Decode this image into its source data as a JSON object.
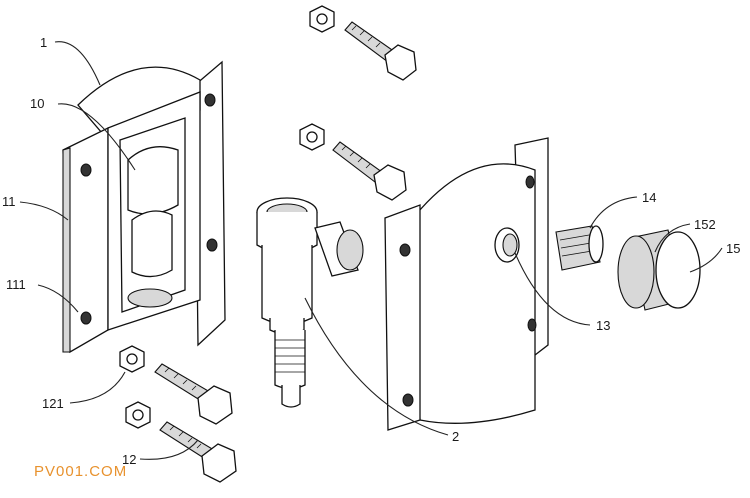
{
  "labels": {
    "l1": "1",
    "l10": "10",
    "l11": "11",
    "l111": "111",
    "l121": "121",
    "l12": "12",
    "l2": "2",
    "l13": "13",
    "l14": "14",
    "l152": "152",
    "l15": "15"
  },
  "watermark": "PV001.COM"
}
